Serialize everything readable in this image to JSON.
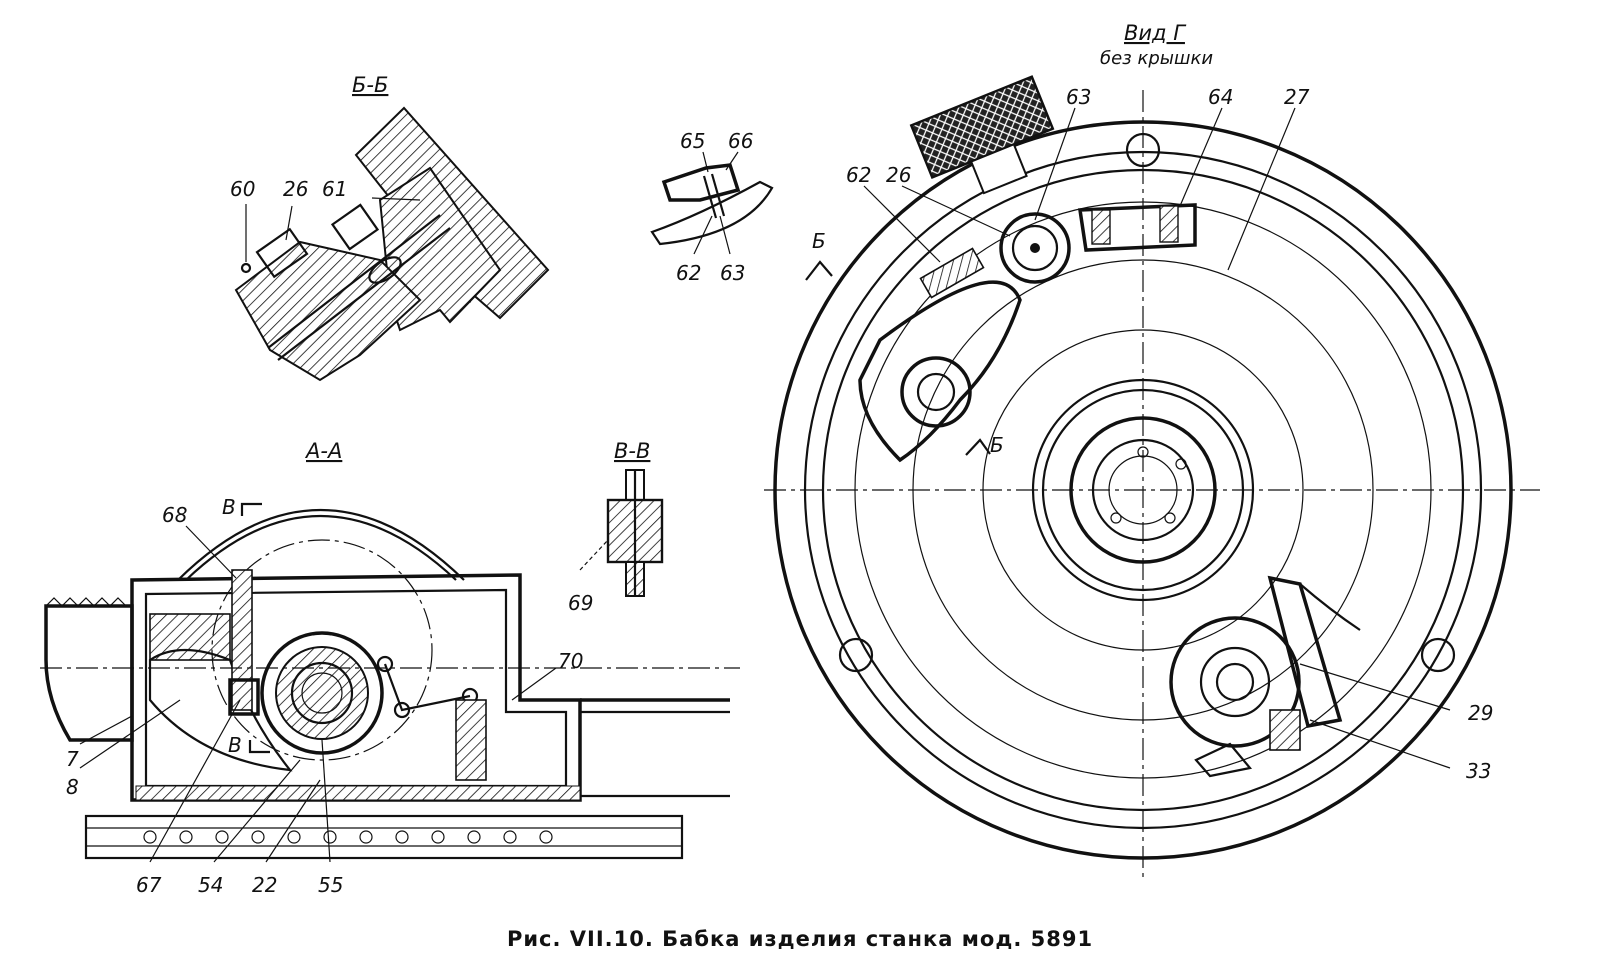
{
  "caption": "Рис. VII.10. Бабка изделия станка мод. 5891",
  "views": {
    "bb": {
      "title": "Б-Б",
      "labels": {
        "l60": "60",
        "l26": "26",
        "l61": "61"
      }
    },
    "detail": {
      "labels": {
        "l65": "65",
        "l66": "66",
        "l62": "62",
        "l63": "63"
      }
    },
    "aa": {
      "title": "А-А",
      "labels": {
        "l68": "68",
        "l70": "70",
        "l7": "7",
        "l8": "8",
        "l67": "67",
        "l54": "54",
        "l22": "22",
        "l55": "55",
        "cutB1": "В",
        "cutB2": "В"
      }
    },
    "vv": {
      "title": "В-В",
      "labels": {
        "l69": "69"
      }
    },
    "g": {
      "title": "Вид Г",
      "subtitle": "без крышки",
      "labels": {
        "l63": "63",
        "l64": "64",
        "l27": "27",
        "l62": "62",
        "l26": "26",
        "l29": "29",
        "l33": "33",
        "cutB1": "Б",
        "cutB2": "Б"
      }
    }
  }
}
